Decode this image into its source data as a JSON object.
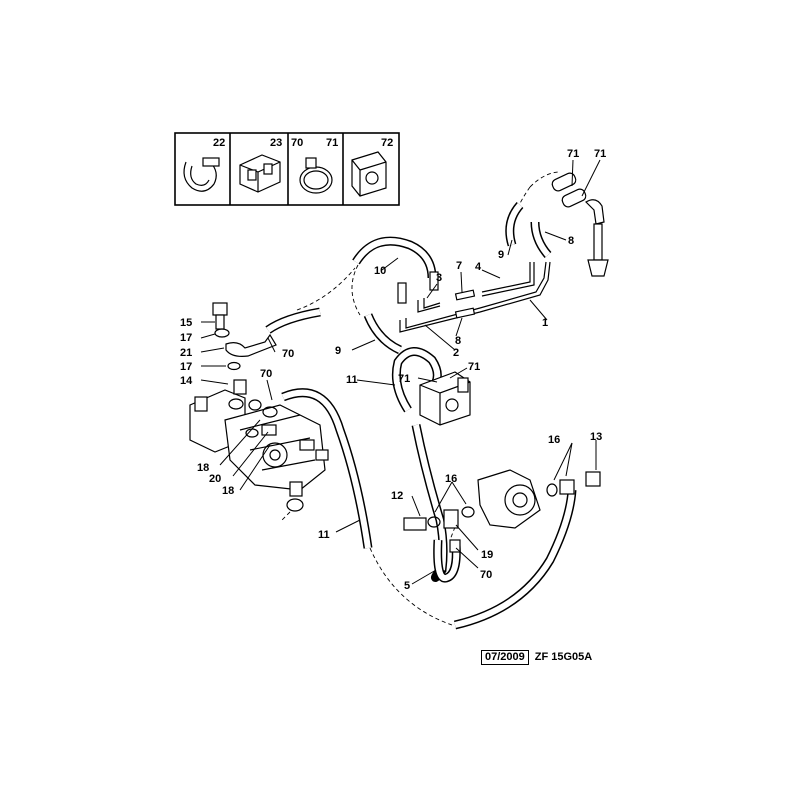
{
  "diagram": {
    "callouts": [
      {
        "id": "c1",
        "text": "1"
      },
      {
        "id": "c2",
        "text": "2"
      },
      {
        "id": "c3",
        "text": "3"
      },
      {
        "id": "c4",
        "text": "4"
      },
      {
        "id": "c5",
        "text": "5"
      },
      {
        "id": "c7",
        "text": "7"
      },
      {
        "id": "c8a",
        "text": "8"
      },
      {
        "id": "c8b",
        "text": "8"
      },
      {
        "id": "c9a",
        "text": "9"
      },
      {
        "id": "c9b",
        "text": "9"
      },
      {
        "id": "c10",
        "text": "10"
      },
      {
        "id": "c11a",
        "text": "11"
      },
      {
        "id": "c11b",
        "text": "11"
      },
      {
        "id": "c12",
        "text": "12"
      },
      {
        "id": "c13",
        "text": "13"
      },
      {
        "id": "c14",
        "text": "14"
      },
      {
        "id": "c15",
        "text": "15"
      },
      {
        "id": "c16a",
        "text": "16"
      },
      {
        "id": "c16b",
        "text": "16"
      },
      {
        "id": "c17a",
        "text": "17"
      },
      {
        "id": "c17b",
        "text": "17"
      },
      {
        "id": "c18a",
        "text": "18"
      },
      {
        "id": "c18b",
        "text": "18"
      },
      {
        "id": "c19",
        "text": "19"
      },
      {
        "id": "c20",
        "text": "20"
      },
      {
        "id": "c21",
        "text": "21"
      },
      {
        "id": "c70a",
        "text": "70"
      },
      {
        "id": "c70b",
        "text": "70"
      },
      {
        "id": "c70c",
        "text": "70"
      },
      {
        "id": "c71a",
        "text": "71"
      },
      {
        "id": "c71b",
        "text": "71"
      },
      {
        "id": "c71c",
        "text": "71"
      },
      {
        "id": "c71d",
        "text": "71"
      }
    ],
    "inset_panels": [
      {
        "label": "22"
      },
      {
        "label": "23"
      },
      {
        "label": "70"
      },
      {
        "label": "71"
      },
      {
        "label": "72"
      }
    ]
  },
  "footer": {
    "date": "07/2009",
    "reference": "ZF 15G05A"
  }
}
